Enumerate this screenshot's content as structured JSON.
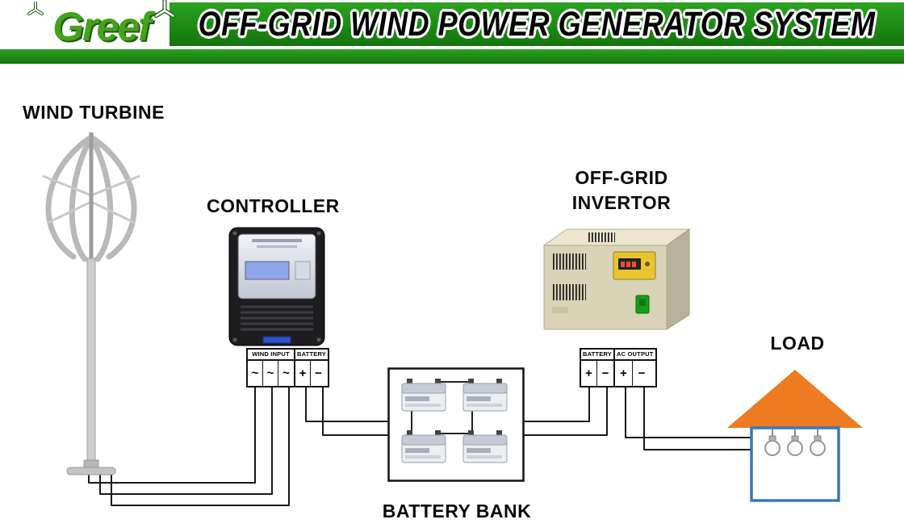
{
  "header": {
    "logo_text": "Greef",
    "title": "OFF-GRID  WIND POWER GENERATOR SYSTEM"
  },
  "labels": {
    "wind_turbine": "WIND TURBINE",
    "controller": "CONTROLLER",
    "invertor_line1": "OFF-GRID",
    "invertor_line2": "INVERTOR",
    "load": "LOAD",
    "battery_bank": "BATTERY BANK"
  },
  "controller_terminals": {
    "wind_input_label": "WIND INPUT",
    "wind_input_symbols": [
      "~",
      "~",
      "~"
    ],
    "battery_label": "BATTERY",
    "battery_symbols": [
      "+",
      "−"
    ]
  },
  "invertor_terminals": {
    "battery_label": "BATTERY",
    "battery_symbols": [
      "+",
      "−"
    ],
    "ac_output_label": "AC OUTPUT",
    "ac_output_symbols": [
      "+",
      "−"
    ]
  },
  "colors": {
    "band_green": "#1d8a14",
    "logo_green": "#46a11d",
    "title_text": "#050505",
    "roof_orange": "#ee7b22",
    "house_border_blue": "#3578bc",
    "wire_black": "#1a1a1a",
    "invertor_body": "#d9d3b7",
    "invertor_panel_yellow": "#e8c52f",
    "controller_body": "#1d1d20"
  }
}
